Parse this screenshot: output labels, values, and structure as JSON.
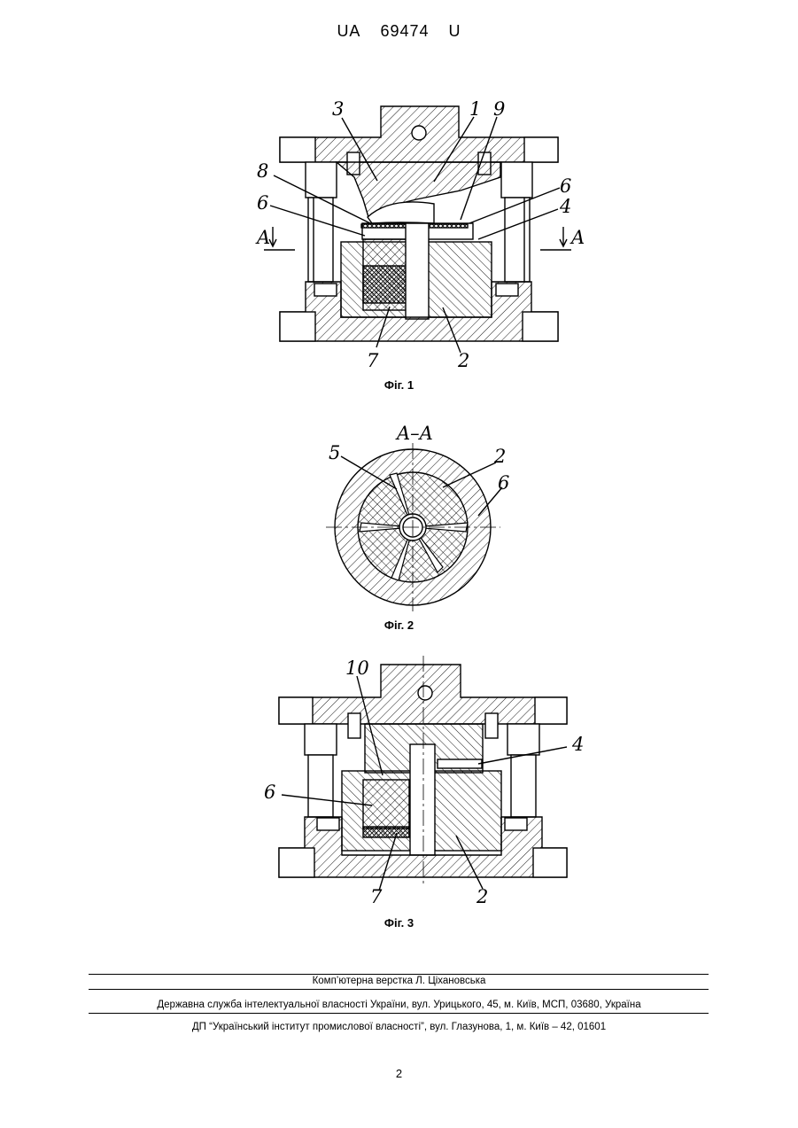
{
  "header": {
    "country": "UA",
    "number": "69474",
    "kind": "U"
  },
  "figures": [
    {
      "caption": "Фіг. 1",
      "labels": {
        "l1": "1",
        "l2": "2",
        "l3": "3",
        "l4": "4",
        "l6a": "6",
        "l6b": "6",
        "l7": "7",
        "l8": "8",
        "l9": "9",
        "secA1": "A",
        "secA2": "A"
      }
    },
    {
      "caption": "Фіг. 2",
      "section": "A–A",
      "labels": {
        "l2": "2",
        "l5": "5",
        "l6": "6"
      }
    },
    {
      "caption": "Фіг. 3",
      "labels": {
        "l2": "2",
        "l4": "4",
        "l6": "6",
        "l7": "7",
        "l10": "10"
      }
    }
  ],
  "footer": {
    "layout": "Комп’ютерна верстка Л. Ціхановська",
    "service": "Державна служба інтелектуальної власності України, вул. Урицького, 45, м. Київ, МСП, 03680, Україна",
    "institute": "ДП “Український інститут промислової власності”, вул. Глазунова, 1, м. Київ – 42, 01601"
  },
  "page_number": "2"
}
